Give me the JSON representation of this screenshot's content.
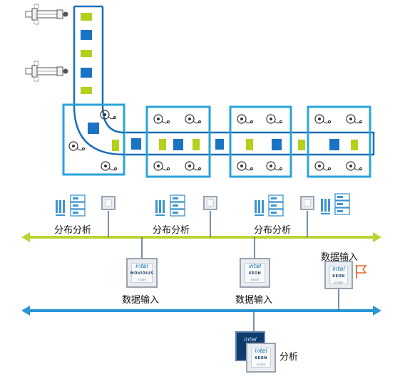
{
  "labels": {
    "distributed_analysis": "分布分析",
    "data_input": "数据输入",
    "analysis": "分析"
  },
  "chips": {
    "intel": "intel",
    "movidius": "MOVIDIUS",
    "xeon": "XEON",
    "inside": "inside"
  },
  "colors": {
    "blue": "#1a74c4",
    "lime": "#b5cf1e",
    "frame": "#2aa3d8",
    "bus_green": "#b8d435",
    "bus_blue": "#2b96d6",
    "server": "#3d95cf",
    "flag": "#e8652a"
  }
}
